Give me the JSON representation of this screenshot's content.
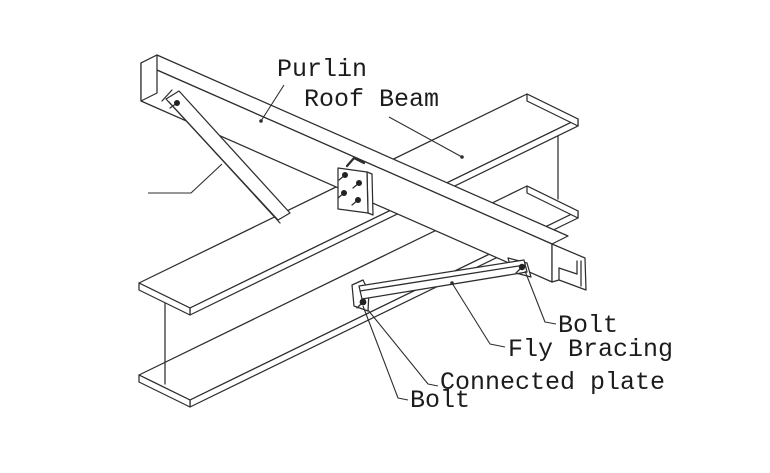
{
  "colors": {
    "background": "#ffffff",
    "line": "#2e2e2e",
    "text": "#1c1c1c",
    "bolt_fill": "#222222"
  },
  "labels": {
    "purlin": "Purlin",
    "roof_beam": "Roof Beam",
    "bolt_top": "Bolt",
    "fly_bracing": "Fly Bracing",
    "connected_plate": "Connected plate",
    "bolt_bottom": "Bolt"
  }
}
